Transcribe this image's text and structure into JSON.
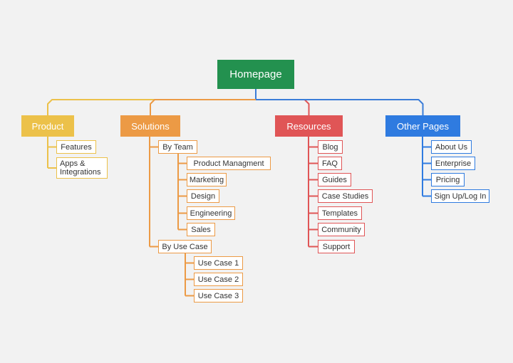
{
  "root": {
    "label": "Homepage",
    "color": "#23914f"
  },
  "line_color_root": "#3b7dd8",
  "categories": [
    {
      "key": "product",
      "label": "Product",
      "color": "#ecc14a",
      "children": [
        {
          "label": "Features"
        },
        {
          "label": "Apps & Integrations"
        }
      ]
    },
    {
      "key": "solutions",
      "label": "Solutions",
      "color": "#ec9a45",
      "children": [
        {
          "label": "By Team",
          "children": [
            {
              "label": "Product Managment"
            },
            {
              "label": "Marketing"
            },
            {
              "label": "Design"
            },
            {
              "label": "Engineering"
            },
            {
              "label": "Sales"
            }
          ]
        },
        {
          "label": "By Use Case",
          "children": [
            {
              "label": "Use Case 1"
            },
            {
              "label": "Use Case 2"
            },
            {
              "label": "Use Case 3"
            }
          ]
        }
      ]
    },
    {
      "key": "resources",
      "label": "Resources",
      "color": "#e05556",
      "children": [
        {
          "label": "Blog"
        },
        {
          "label": "FAQ"
        },
        {
          "label": "Guides"
        },
        {
          "label": "Case Studies"
        },
        {
          "label": "Templates"
        },
        {
          "label": "Community"
        },
        {
          "label": "Support"
        }
      ]
    },
    {
      "key": "other",
      "label": "Other Pages",
      "color": "#2f7be0",
      "children": [
        {
          "label": "About Us"
        },
        {
          "label": "Enterprise"
        },
        {
          "label": "Pricing"
        },
        {
          "label": "Sign Up/Log In"
        }
      ]
    }
  ]
}
